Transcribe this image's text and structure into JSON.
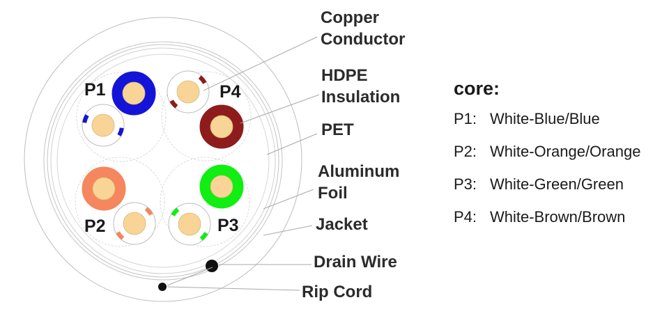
{
  "labels": {
    "copper": [
      "Copper",
      "Conductor"
    ],
    "insulation": [
      "HDPE",
      "Insulation"
    ],
    "pet": [
      "PET"
    ],
    "foil": [
      "Aluminum",
      "Foil"
    ],
    "jacket": [
      "Jacket"
    ],
    "drain": [
      "Drain Wire"
    ],
    "rip": [
      "Rip Cord"
    ]
  },
  "pairs": [
    {
      "tag": "P1",
      "color": "#1414d8"
    },
    {
      "tag": "P2",
      "color": "#f5865e"
    },
    {
      "tag": "P3",
      "color": "#11ee11"
    },
    {
      "tag": "P4",
      "color": "#8e1c1c"
    }
  ],
  "conductor_color": "#f8d596",
  "legend": {
    "title": "core:",
    "items": [
      {
        "code": "P1:",
        "text": "White-Blue/Blue"
      },
      {
        "code": "P2:",
        "text": "White-Orange/Orange"
      },
      {
        "code": "P3:",
        "text": "White-Green/Green"
      },
      {
        "code": "P4:",
        "text": "White-Brown/Brown"
      }
    ]
  }
}
